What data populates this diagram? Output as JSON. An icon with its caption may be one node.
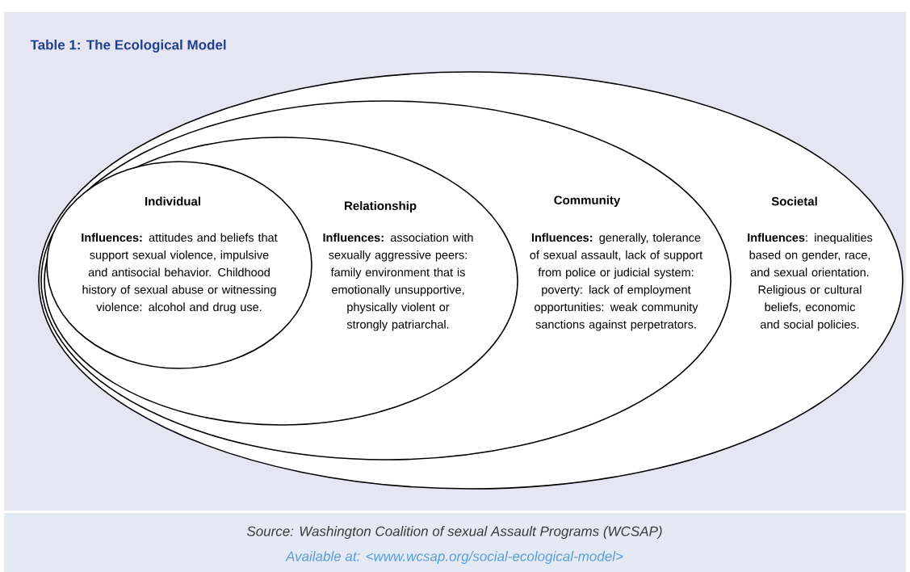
{
  "diagram": {
    "title": "Table 1: The Ecological Model",
    "caption": "Source: Washington Coalition of sexual Assault Programs (WCSAP)",
    "nodes": [
      {
        "text": [
          "Societal",
          "**Influences**: inequalities based on gender, race, and sexual orientation. Religious or cultural beliefs, economic and social policies."
        ]
      },
      {
        "text": [
          "Community",
          "**Influences:** generally, tolerance of sexual assault, lack of support from police or judicial system: poverty: lack of employment opportunities: weak community sanctions against perpetrators."
        ],
        "in": 0
      },
      {
        "text": [
          "Relationship",
          "**Influences:** association with sexually aggressive peers: family environment that is emotionally unsupportive, physically violent or strongly patriarchal."
        ],
        "in": 1
      },
      {
        "text": [
          "Individual",
          "**Influences:** attitudes and beliefs that support sexual violence, impulsive and antisocial behavior. Childhood history of sexual abuse or witnessing violence: alcohol and drug use."
        ],
        "in": 2
      }
    ],
    "labels": [
      "Available at: <www.wcsap.org/social-ecological-model>"
    ]
  }
}
